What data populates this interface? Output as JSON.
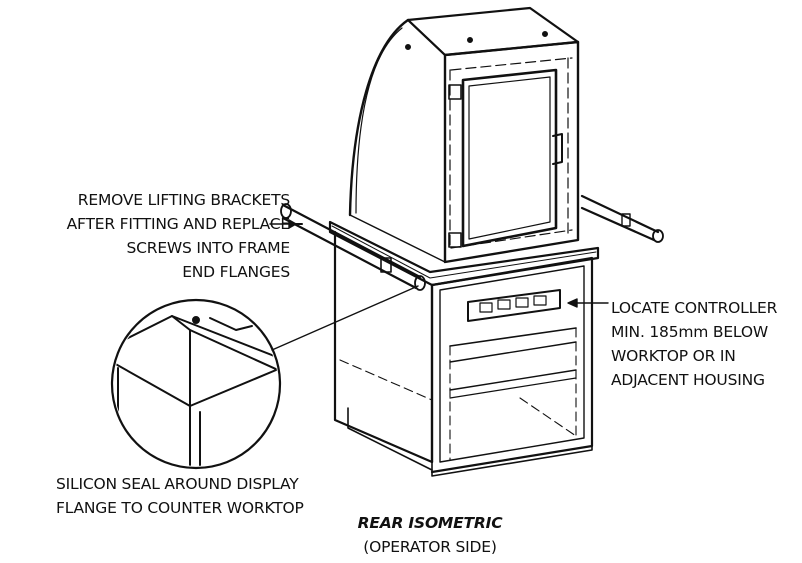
{
  "notes": {
    "lifting_brackets": [
      "REMOVE LIFTING BRACKETS",
      "AFTER FITTING AND REPLACE",
      "SCREWS INTO FRAME",
      "END FLANGES"
    ],
    "controller": [
      "LOCATE CONTROLLER",
      "MIN. 185mm BELOW",
      "WORKTOP OR IN",
      "ADJACENT HOUSING"
    ],
    "seal": [
      "SILICON SEAL AROUND DISPLAY",
      "FLANGE TO COUNTER WORKTOP"
    ]
  },
  "view": {
    "title": "REAR ISOMETRIC",
    "subtitle": "(OPERATOR SIDE)"
  },
  "colors": {
    "line": "#111111",
    "background": "#ffffff"
  }
}
